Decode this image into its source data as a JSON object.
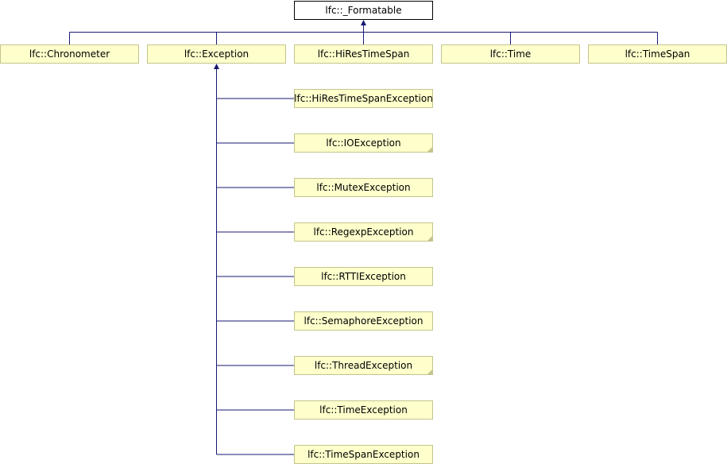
{
  "colors": {
    "root_fill": "#ffffff",
    "root_stroke": "#000000",
    "node_fill": "#ffffcc",
    "node_stroke": "#c4c48c",
    "edge": "#191970",
    "fold_mark": "#c4c48c"
  },
  "root": {
    "id": "formatable",
    "label": "lfc::_Formatable"
  },
  "children": [
    {
      "id": "chronometer",
      "label": "lfc::Chronometer"
    },
    {
      "id": "exception",
      "label": "lfc::Exception"
    },
    {
      "id": "hirestimespan",
      "label": "lfc::HiResTimeSpan"
    },
    {
      "id": "time",
      "label": "lfc::Time"
    },
    {
      "id": "timespan",
      "label": "lfc::TimeSpan"
    }
  ],
  "exception_children": [
    {
      "id": "hirestimespanexception",
      "label": "lfc::HiResTimeSpanException",
      "has_subclasses": false
    },
    {
      "id": "ioexception",
      "label": "lfc::IOException",
      "has_subclasses": true
    },
    {
      "id": "mutexexception",
      "label": "lfc::MutexException",
      "has_subclasses": false
    },
    {
      "id": "regexpexception",
      "label": "lfc::RegexpException",
      "has_subclasses": true
    },
    {
      "id": "rttiexception",
      "label": "lfc::RTTIException",
      "has_subclasses": false
    },
    {
      "id": "semaphoreexception",
      "label": "lfc::SemaphoreException",
      "has_subclasses": false
    },
    {
      "id": "threadexception",
      "label": "lfc::ThreadException",
      "has_subclasses": true
    },
    {
      "id": "timeexception",
      "label": "lfc::TimeException",
      "has_subclasses": false
    },
    {
      "id": "timespanexception",
      "label": "lfc::TimeSpanException",
      "has_subclasses": false
    }
  ]
}
